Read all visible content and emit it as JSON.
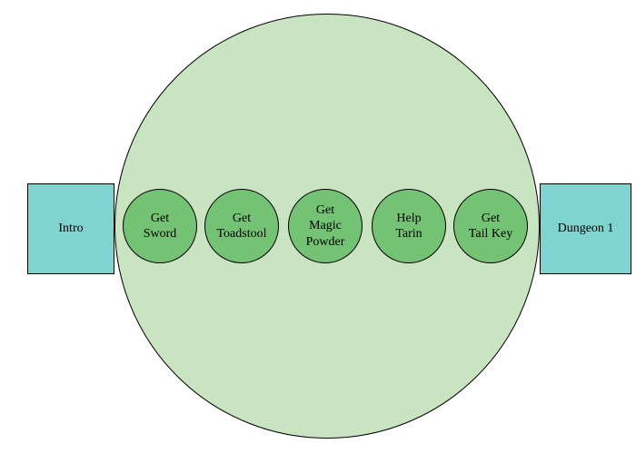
{
  "diagram": {
    "terminals": [
      {
        "id": "intro",
        "label": "Intro"
      },
      {
        "id": "dungeon-1",
        "label": "Dungeon 1"
      }
    ],
    "steps": [
      {
        "id": "get-sword",
        "label": "Get\nSword"
      },
      {
        "id": "get-toadstool",
        "label": "Get\nToadstool"
      },
      {
        "id": "get-magic-powder",
        "label": "Get\nMagic\nPowder"
      },
      {
        "id": "help-tarin",
        "label": "Help\nTarin"
      },
      {
        "id": "get-tail-key",
        "label": "Get\nTail Key"
      }
    ],
    "colors": {
      "background": "#ffffff",
      "outer_circle_fill": "#c9e4c1",
      "step_circle_fill": "#74c274",
      "terminal_fill": "#7fd4cf",
      "stroke": "#000000",
      "text": "#000000"
    }
  }
}
